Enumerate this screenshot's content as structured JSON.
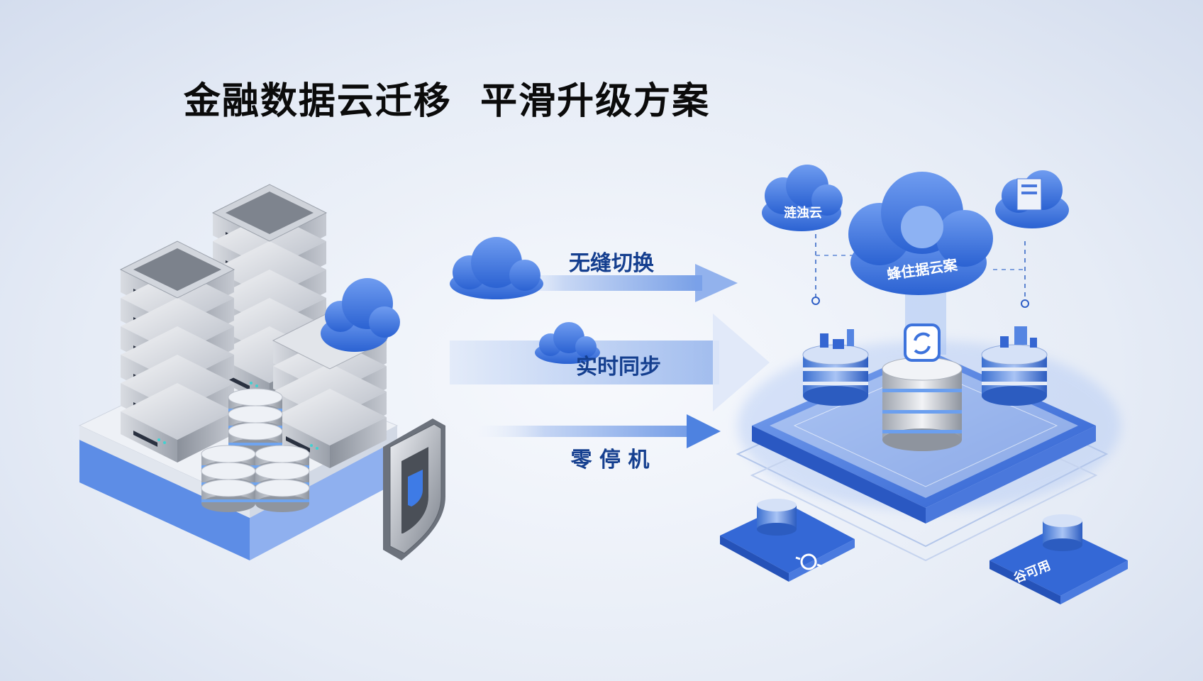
{
  "title": "金融数据云迁移  平滑升级方案",
  "flows": [
    {
      "label": "无缝切换"
    },
    {
      "label": "实时同步"
    },
    {
      "label": "零 停 机"
    }
  ],
  "target": {
    "main_cloud_label": "蜂住据云案",
    "left_cloud_label": "涟浊云",
    "bottom_right_card_label": "谷可用"
  },
  "colors": {
    "accent": "#2f6ad6",
    "accent_dark": "#1c4fb0",
    "accent_light": "#7fa6ee",
    "text_blue": "#153f8f",
    "title": "#0b0b0b"
  }
}
